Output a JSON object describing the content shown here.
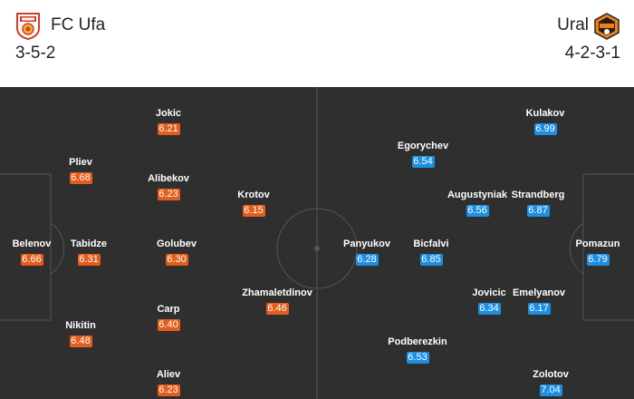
{
  "home": {
    "name": "FC Ufa",
    "formation": "3-5-2",
    "logo": "fc-ufa-crest",
    "color": "#e35d1c",
    "players": [
      {
        "name": "Jokic",
        "rating": "6.21"
      },
      {
        "name": "Pliev",
        "rating": "6.68"
      },
      {
        "name": "Alibekov",
        "rating": "6.23"
      },
      {
        "name": "Krotov",
        "rating": "6.15"
      },
      {
        "name": "Belenov",
        "rating": "6.66"
      },
      {
        "name": "Tabidze",
        "rating": "6.31"
      },
      {
        "name": "Golubev",
        "rating": "6.30"
      },
      {
        "name": "Zhamaletdinov",
        "rating": "6.46"
      },
      {
        "name": "Carp",
        "rating": "6.40"
      },
      {
        "name": "Nikitin",
        "rating": "6.48"
      },
      {
        "name": "Aliev",
        "rating": "6.23"
      }
    ]
  },
  "away": {
    "name": "Ural",
    "formation": "4-2-3-1",
    "logo": "ural-crest",
    "color": "#1d8fe1",
    "players": [
      {
        "name": "Kulakov",
        "rating": "6.99"
      },
      {
        "name": "Egorychev",
        "rating": "6.54"
      },
      {
        "name": "Augustyniak",
        "rating": "6.56"
      },
      {
        "name": "Strandberg",
        "rating": "6.87"
      },
      {
        "name": "Panyukov",
        "rating": "6.28"
      },
      {
        "name": "Bicfalvi",
        "rating": "6.85"
      },
      {
        "name": "Pomazun",
        "rating": "6.79"
      },
      {
        "name": "Jovicic",
        "rating": "6.34"
      },
      {
        "name": "Emelyanov",
        "rating": "6.17"
      },
      {
        "name": "Podberezkin",
        "rating": "6.53"
      },
      {
        "name": "Zolotov",
        "rating": "7.04"
      }
    ]
  }
}
